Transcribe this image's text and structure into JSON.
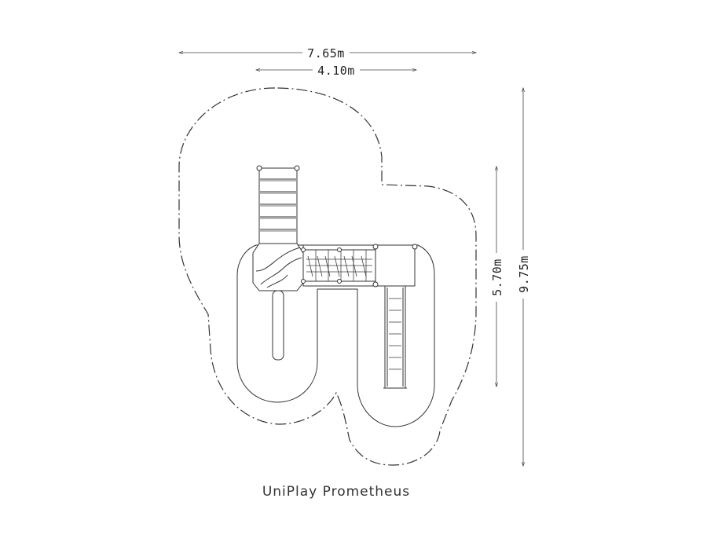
{
  "title": "UniPlay Prometheus",
  "dimensions": {
    "overall_width": "7.65m",
    "inner_width": "4.10m",
    "inner_height": "5.70m",
    "overall_height": "9.75m"
  },
  "colors": {
    "line": "#333333",
    "background": "#ffffff"
  }
}
